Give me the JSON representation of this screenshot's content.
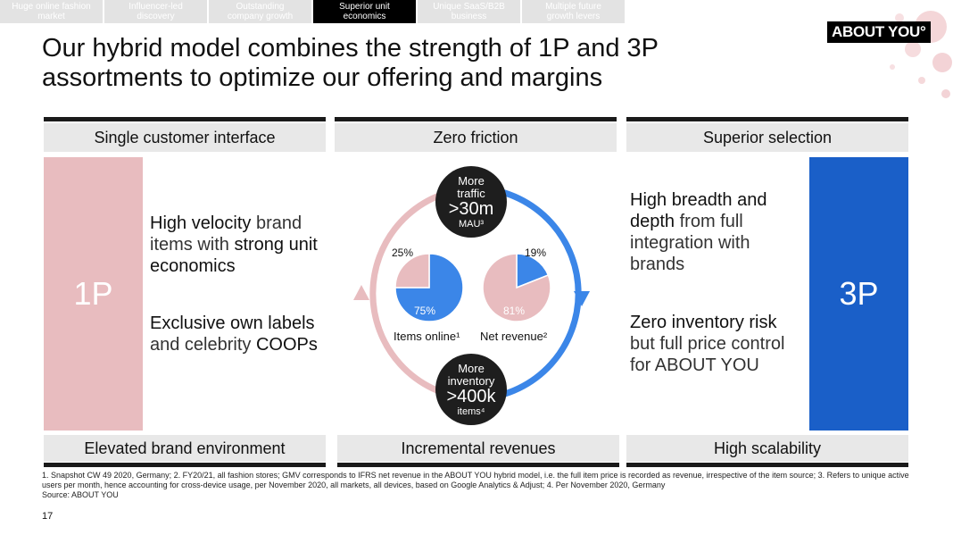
{
  "nav": {
    "tabs": [
      {
        "label": "Huge online fashion market"
      },
      {
        "label": "Influencer-led discovery"
      },
      {
        "label": "Outstanding company growth"
      },
      {
        "label": "Superior unit economics"
      },
      {
        "label": "Unique SaaS/B2B business"
      },
      {
        "label": "Multiple future growth levers"
      }
    ],
    "active_index": 3
  },
  "brand": {
    "logo": "ABOUT YOU°",
    "accent_pink": "#e8bcbf",
    "accent_blue": "#1a5fc8",
    "chart_blue": "#3b86e8"
  },
  "title": "Our hybrid model combines the strength of 1P and 3P assortments to optimize our offering and margins",
  "left": {
    "header": "Single customer interface",
    "big_label": "1P",
    "text1_bold1": "High velocity",
    "text1_rest1": " brand items with ",
    "text1_bold2": "strong unit economics",
    "text2_bold1": "Exclusive own labels",
    "text2_rest1": " and celebrity ",
    "text2_bold2": "COOPs",
    "footer": "Elevated brand environment"
  },
  "middle": {
    "header": "Zero friction",
    "top_bubble": {
      "line1": "More",
      "line2": "traffic",
      "value": ">30m",
      "unit": "MAU³"
    },
    "bottom_bubble": {
      "line1": "More",
      "line2": "inventory",
      "value": ">400k",
      "unit": "items⁴"
    },
    "pie1": {
      "label": "Items online¹",
      "slices": [
        {
          "value": 75,
          "label": "75%"
        },
        {
          "value": 25,
          "label": "25%"
        }
      ]
    },
    "pie2": {
      "label": "Net revenue²",
      "slices": [
        {
          "value": 19,
          "label": "19%"
        },
        {
          "value": 81,
          "label": "81%"
        }
      ]
    },
    "footer": "Incremental revenues"
  },
  "right": {
    "header": "Superior selection",
    "big_label": "3P",
    "text1_bold": "High breadth and depth",
    "text1_rest": " from full integration with brands",
    "text2_bold": "Zero inventory risk",
    "text2_rest": " but full price control for ABOUT YOU",
    "footer": "High scalability"
  },
  "footnote": "1. Snapshot CW 49 2020, Germany; 2. FY20/21, all fashion stores; GMV corresponds to IFRS net revenue in the ABOUT YOU hybrid model, i.e. the full item price is recorded as revenue, irrespective of the item source; 3. Refers to unique active users per month, hence accounting for cross-device usage, per November 2020, all markets, all devices, based on Google Analytics & Adjust; 4. Per November 2020, Germany",
  "source": "Source: ABOUT YOU",
  "page_number": "17"
}
